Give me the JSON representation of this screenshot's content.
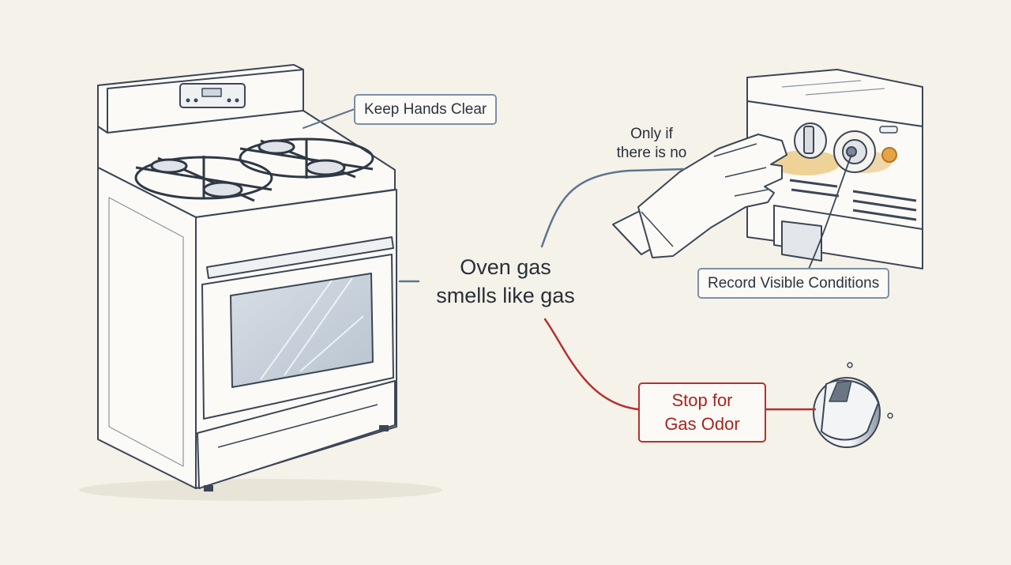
{
  "center_label": {
    "line1": "Oven gas",
    "line2": "smells like gas"
  },
  "callouts": {
    "keep_hands_clear": "Keep Hands Clear",
    "only_if": {
      "line1": "Only if",
      "line2": "there is no"
    },
    "record_visible_conditions": "Record Visible Conditions",
    "stop_for_gas_odor": {
      "line1": "Stop for",
      "line2": "Gas Odor"
    }
  },
  "colors": {
    "ink": "#3c4656",
    "connector_blue": "#5f7590",
    "connector_red": "#b5322e",
    "background": "#f5f2ea",
    "residue": "#e6b04a"
  },
  "icons": [
    "gas-range-illustration",
    "gloved-hand-icon",
    "control-knob-icon",
    "oven-control-panel-illustration"
  ]
}
